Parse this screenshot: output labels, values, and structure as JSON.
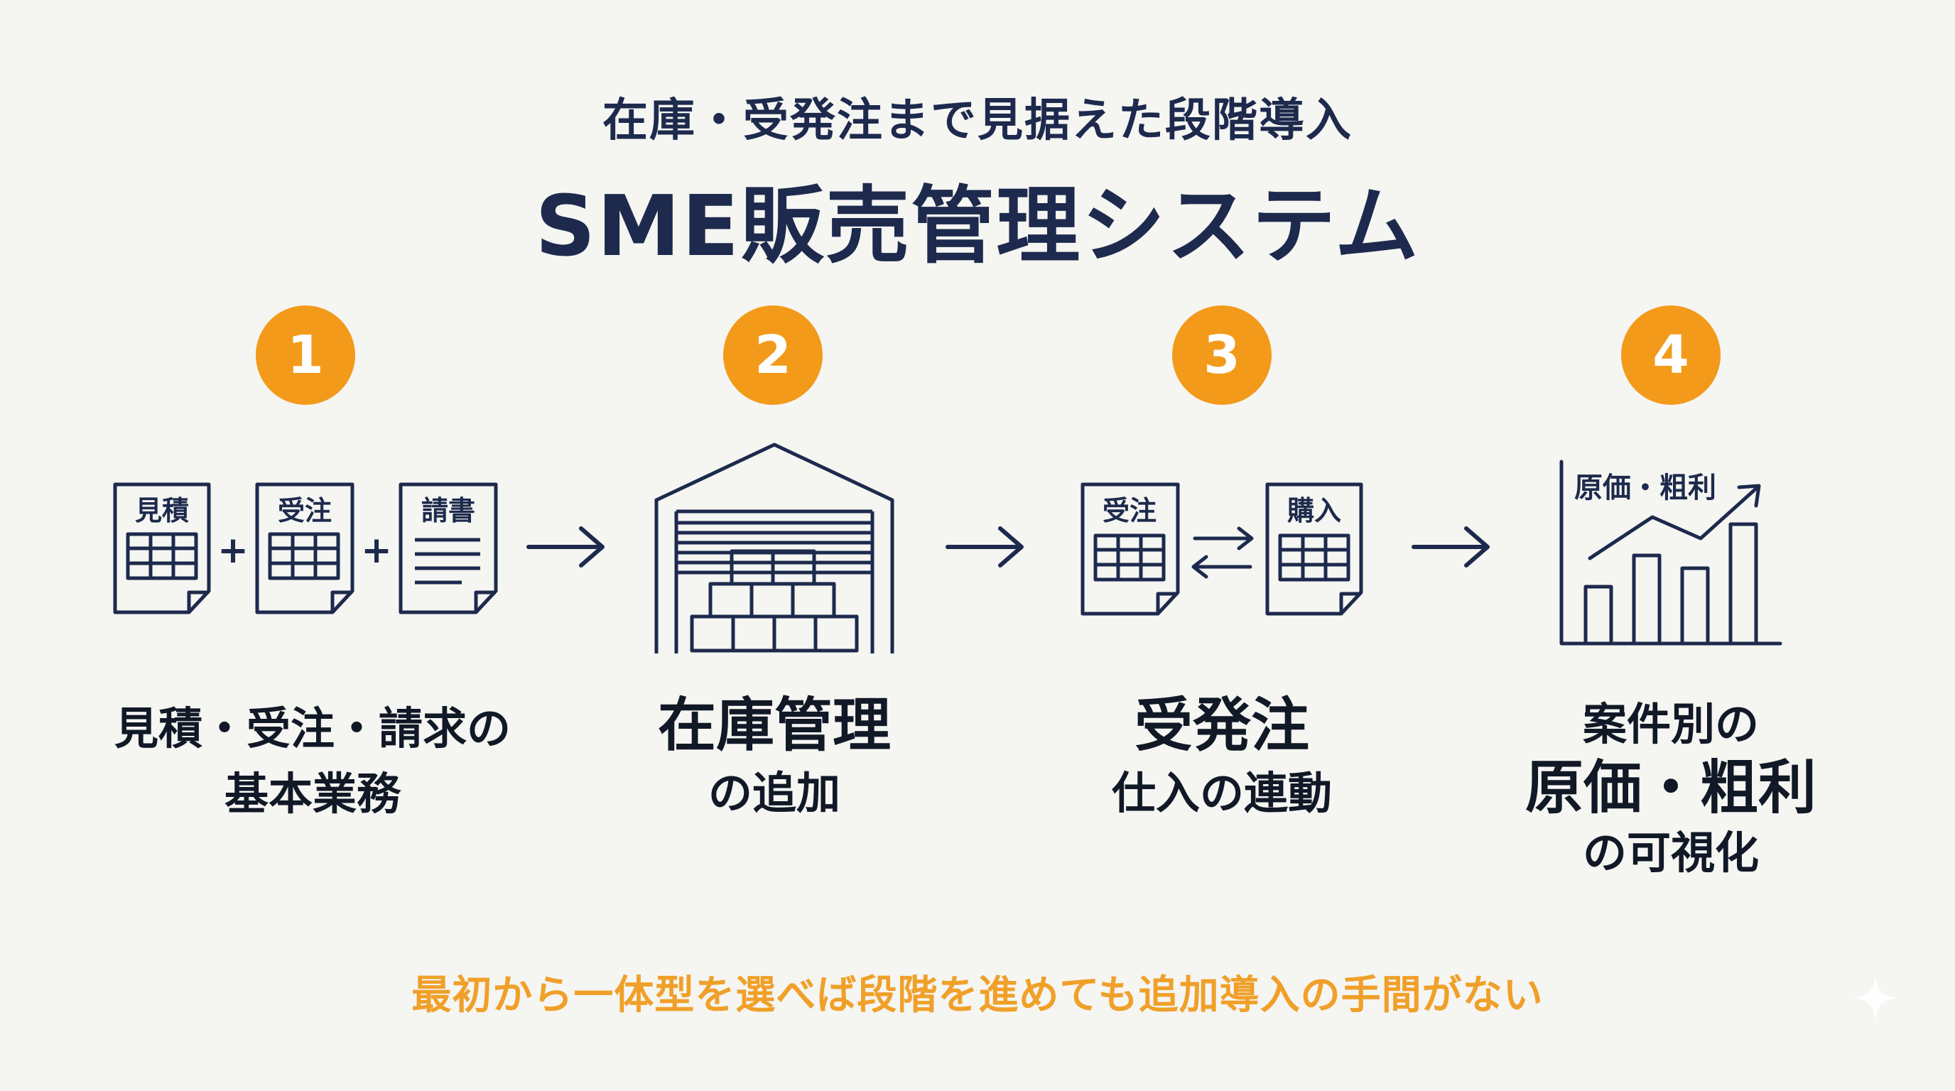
{
  "header": {
    "subtitle": "在庫・受発注まで見据えた段階導入",
    "title": "SME販売管理システム"
  },
  "steps": [
    {
      "number": "1",
      "icon_labels": [
        "見積",
        "受注",
        "請書"
      ],
      "connector": "+",
      "caption": [
        "見積・受注・請求の",
        "基本業務"
      ]
    },
    {
      "number": "2",
      "icon": "warehouse-icon",
      "caption": [
        "在庫管理",
        "の追加"
      ]
    },
    {
      "number": "3",
      "icon_labels": [
        "受注",
        "購入"
      ],
      "caption": [
        "受発注",
        "仕入の連動"
      ]
    },
    {
      "number": "4",
      "icon_label": "原価・粗利",
      "caption": [
        "案件別の",
        "原価・粗利",
        "の可視化"
      ]
    }
  ],
  "footer": {
    "note": "最初から一体型を選べば段階を進めても追加導入の手間がない"
  },
  "colors": {
    "navy": "#1d2a4d",
    "accent": "#f39a1b",
    "footer": "#f0a029",
    "background": "#f5f5f2"
  }
}
